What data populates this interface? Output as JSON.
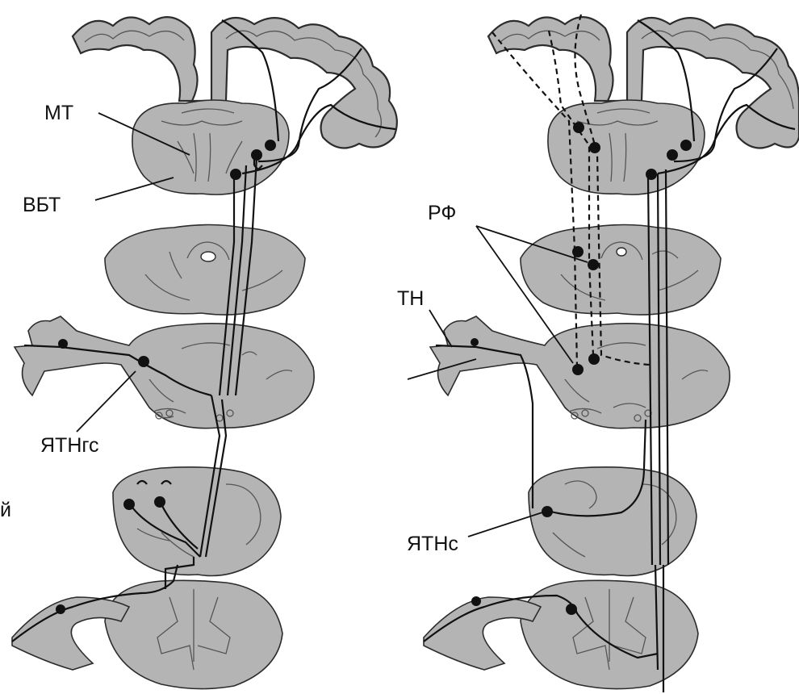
{
  "labels": {
    "mt": "МТ",
    "vbt": "ВБТ",
    "ryatn_gs": "ЯТНгс",
    "rf": "РФ",
    "tn": "ТН",
    "ryatn_s": "ЯТНс",
    "clipped_left": "й"
  },
  "colors": {
    "tissue": "#b4b4b4",
    "outline": "#2c2c2c",
    "pathway": "#111111",
    "background": "#ffffff"
  }
}
